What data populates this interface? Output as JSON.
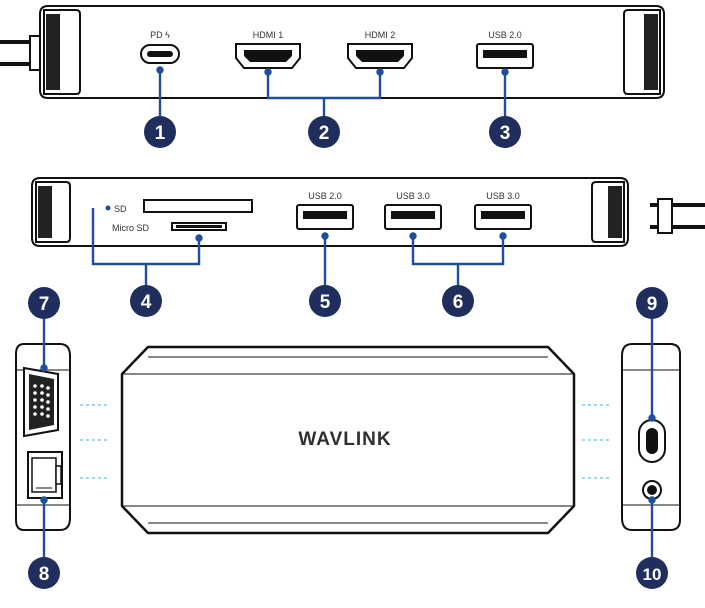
{
  "colors": {
    "accent": "#1f4f9b",
    "callout_fill": "#1f2e5c",
    "outline": "#111111",
    "guide_dashes": "#39b7dd"
  },
  "front_panel": {
    "pd_label": "PD ϟ",
    "hdmi1_label": "HDMI 1",
    "hdmi2_label": "HDMI 2",
    "usb_label": "USB 2.0"
  },
  "back_panel": {
    "sd_label": "SD",
    "microsd_label": "Micro SD",
    "usb2_label": "USB 2.0",
    "usb3a_label": "USB 3.0",
    "usb3b_label": "USB 3.0"
  },
  "brand": {
    "logo_text": "WAVLINK"
  },
  "callouts": [
    "1",
    "2",
    "3",
    "4",
    "5",
    "6",
    "7",
    "8",
    "9",
    "10"
  ]
}
